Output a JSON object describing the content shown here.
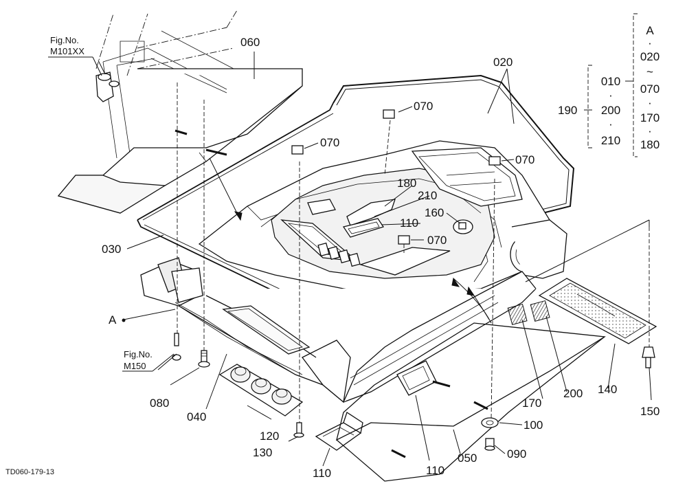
{
  "figure": {
    "code": "TD060-179-13"
  },
  "references": {
    "top": {
      "line1": "Fig.No.",
      "line2": "M101XX"
    },
    "left": {
      "line1": "Fig.No.",
      "line2": "M150"
    }
  },
  "point_a_label": "A",
  "parts": {
    "p060": "060",
    "p020": "020",
    "p070a": "070",
    "p070b": "070",
    "p070c": "070",
    "p070d": "070",
    "p180": "180",
    "p210": "210",
    "p110a": "110",
    "p160": "160",
    "p030": "030",
    "p080": "080",
    "p040": "040",
    "p120": "120",
    "p130": "130",
    "p110b": "110",
    "p110c": "110",
    "p050": "050",
    "p090": "090",
    "p100": "100",
    "p170": "170",
    "p200": "200",
    "p140": "140",
    "p150": "150"
  },
  "kit_table": {
    "group_label": "190",
    "left_column": [
      "010",
      "·",
      "200",
      "·",
      "210"
    ],
    "right_column": [
      "A",
      "·",
      "020",
      "~",
      "070",
      "·",
      "170",
      "·",
      "180"
    ]
  }
}
